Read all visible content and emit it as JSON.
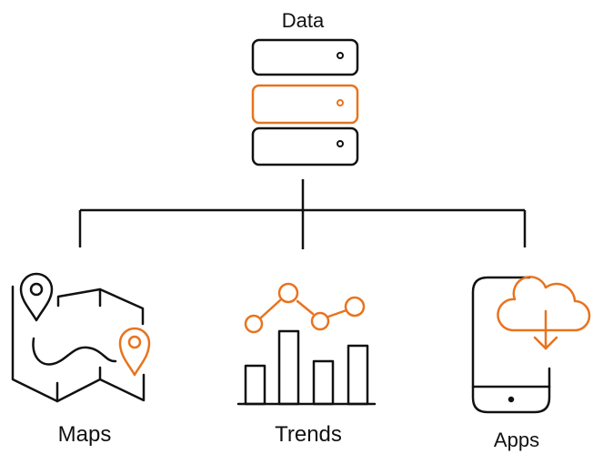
{
  "diagram": {
    "top_label": "Data",
    "branches": [
      {
        "label": "Maps",
        "icon": "map-pins-icon"
      },
      {
        "label": "Trends",
        "icon": "bar-line-chart-icon"
      },
      {
        "label": "Apps",
        "icon": "phone-cloud-download-icon"
      }
    ]
  },
  "colors": {
    "stroke": "#111111",
    "accent": "#E8731E",
    "background": "#ffffff"
  }
}
